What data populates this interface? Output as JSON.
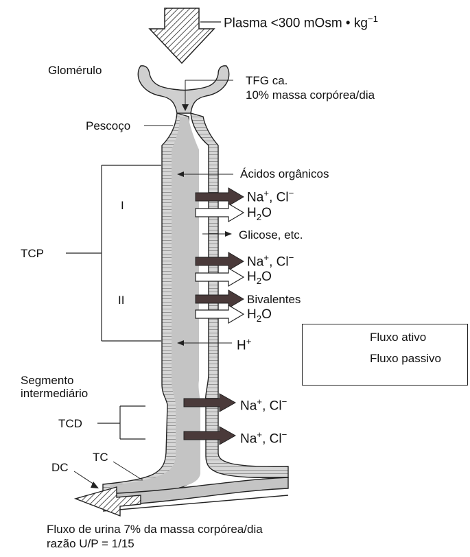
{
  "diagram": {
    "plasma_label": "Plasma <300  mOsm • kg",
    "plasma_exp": "−1",
    "glomerulo": "Glomérulo",
    "tfg_line1": "TFG ca.",
    "tfg_line2": "10% massa corpórea/dia",
    "pescoco": "Pescoço",
    "acidos": "Ácidos orgânicos",
    "tcp": "TCP",
    "seg1": "I",
    "seg2": "II",
    "na": "Na",
    "na_sup": "+",
    "cl": ", Cl",
    "cl_sup": "−",
    "h": "H",
    "h_sub": "2",
    "o": "O",
    "glicose": "Glicose, etc.",
    "bivalentes": "Bivalentes",
    "hplus": "H",
    "hplus_sup": "+",
    "segmento_line1": "Segmento",
    "segmento_line2": "intermediário",
    "tcd": "TCD",
    "tc": "TC",
    "dc": "DC",
    "urina_line1": "Fluxo de urina 7% da massa corpórea/dia",
    "urina_line2": "razão U/P = 1/15"
  },
  "legend": {
    "ativo": "Fluxo ativo",
    "passivo": "Fluxo passivo"
  },
  "colors": {
    "tubule_fill": "#cfcfcf",
    "lumen_fill": "#c8c8c8",
    "active_arrow": "#4a3a3a",
    "line": "#222222"
  }
}
